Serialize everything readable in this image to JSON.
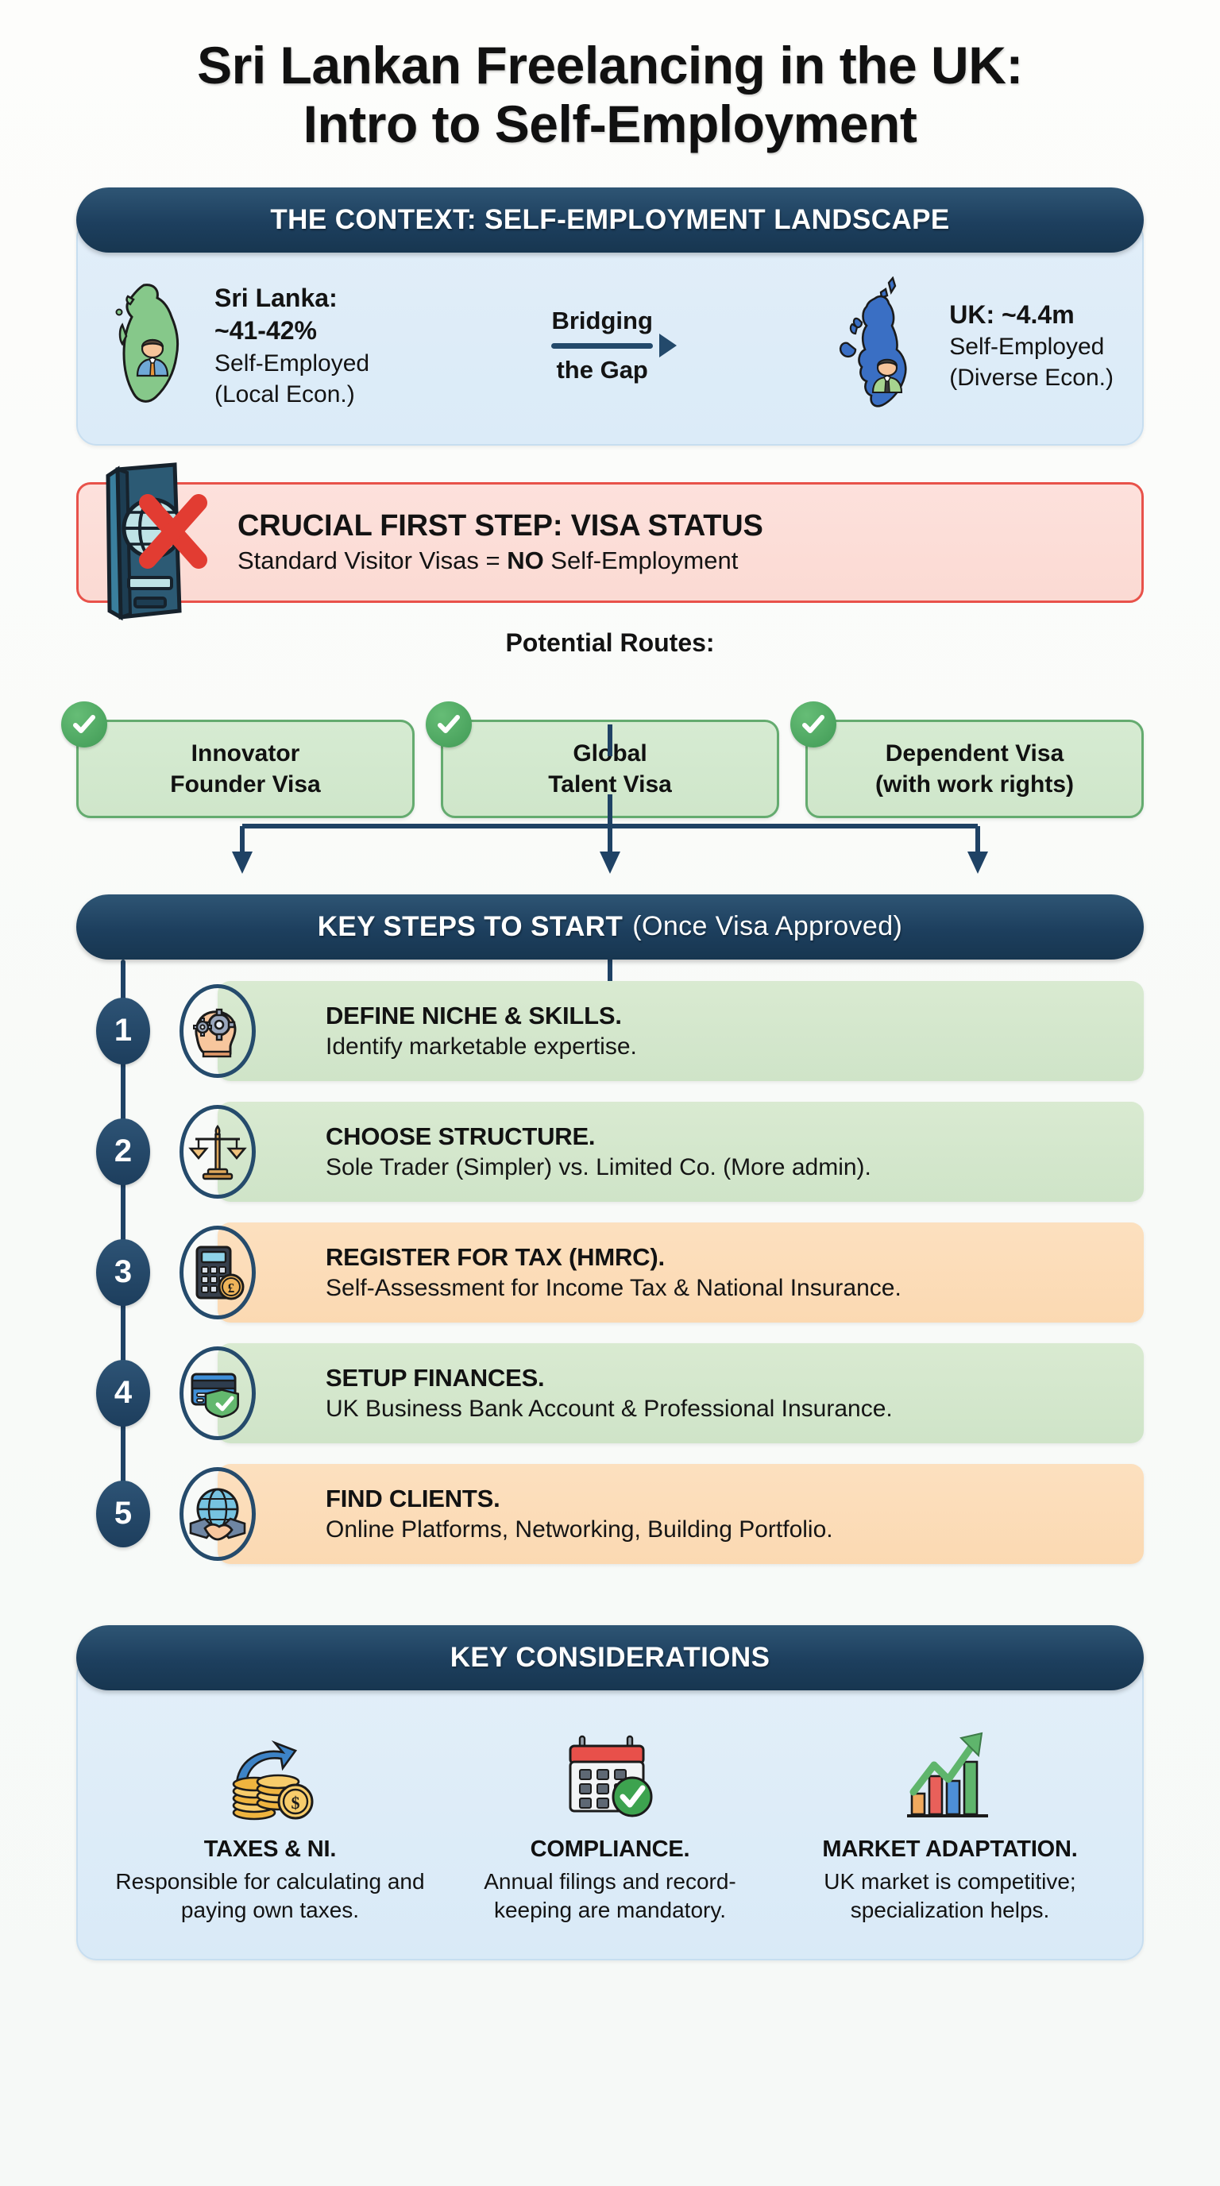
{
  "title": {
    "line1": "Sri Lankan Freelancing in the UK:",
    "line2": "Intro to Self-Employment"
  },
  "context": {
    "banner": "THE CONTEXT: SELF-EMPLOYMENT LANDSCAPE",
    "left": {
      "country_icon": "sri-lanka-map-icon",
      "heading": "Sri Lanka:",
      "stat": "~41-42%",
      "line1": "Self-Employed",
      "line2": "(Local Econ.)"
    },
    "bridge": {
      "line1": "Bridging",
      "line2": "the Gap",
      "arrow_icon": "right-arrow-icon"
    },
    "right": {
      "country_icon": "uk-map-icon",
      "heading": "UK: ~4.4m",
      "line1": "Self-Employed",
      "line2": "(Diverse Econ.)"
    }
  },
  "warning": {
    "icon": "passport-denied-icon",
    "title": "CRUCIAL FIRST STEP: VISA STATUS",
    "subtitle_pre": "Standard Visitor Visas = ",
    "subtitle_bold": "NO",
    "subtitle_post": " Self-Employment"
  },
  "routes": {
    "label": "Potential Routes:",
    "items": [
      {
        "line1": "Innovator",
        "line2": "Founder Visa",
        "badge_icon": "check-circle-icon"
      },
      {
        "line1": "Global",
        "line2": "Talent Visa",
        "badge_icon": "check-circle-icon"
      },
      {
        "line1": "Dependent Visa",
        "line2": "(with work rights)",
        "badge_icon": "check-circle-icon"
      }
    ]
  },
  "steps": {
    "banner_main": "KEY STEPS TO START",
    "banner_sub": "(Once Visa Approved)",
    "items": [
      {
        "number": "1",
        "icon": "head-gears-icon",
        "title": "DEFINE NICHE & SKILLS.",
        "desc": "Identify marketable expertise.",
        "tone": "green"
      },
      {
        "number": "2",
        "icon": "scales-balance-icon",
        "title": "CHOOSE STRUCTURE.",
        "desc": "Sole Trader (Simpler) vs. Limited Co. (More admin).",
        "tone": "green"
      },
      {
        "number": "3",
        "icon": "calculator-pound-icon",
        "title": "REGISTER FOR TAX (HMRC).",
        "desc": "Self-Assessment for Income Tax & National Insurance.",
        "tone": "orange"
      },
      {
        "number": "4",
        "icon": "bank-card-shield-icon",
        "title": "SETUP FINANCES.",
        "desc": "UK Business Bank Account & Professional Insurance.",
        "tone": "green"
      },
      {
        "number": "5",
        "icon": "globe-handshake-icon",
        "title": "FIND CLIENTS.",
        "desc": "Online Platforms, Networking, Building Portfolio.",
        "tone": "orange"
      }
    ]
  },
  "considerations": {
    "banner": "KEY CONSIDERATIONS",
    "items": [
      {
        "icon": "coins-arrow-icon",
        "title": "TAXES & NI.",
        "desc": "Responsible for calculating and paying own taxes."
      },
      {
        "icon": "calendar-check-icon",
        "title": "COMPLIANCE.",
        "desc": "Annual filings and record-keeping are mandatory."
      },
      {
        "icon": "growth-chart-icon",
        "title": "MARKET ADAPTATION.",
        "desc": "UK market is competitive; specialization helps."
      }
    ]
  },
  "colors": {
    "navy": "#1d3f5e",
    "panel_blue": "#ddecf8",
    "green_band": "#d6e9cf",
    "orange_band": "#fbdcb8",
    "warn_red": "#e8524a",
    "warn_fill": "#fbdad3",
    "route_green_border": "#64ab6f",
    "check_green": "#48a15c"
  }
}
